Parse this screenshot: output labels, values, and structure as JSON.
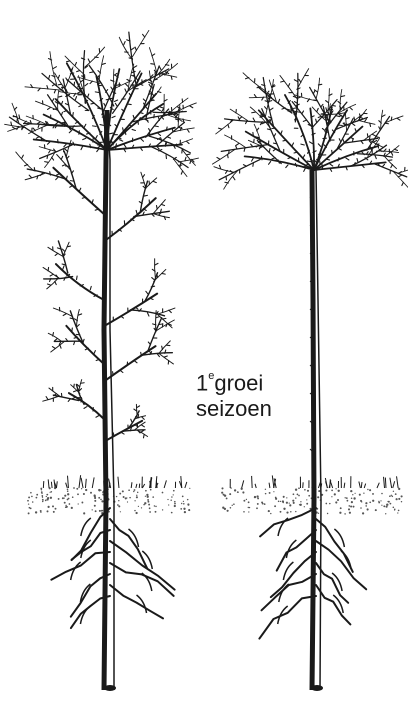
{
  "caption": {
    "number": "1",
    "superscript": "e",
    "word1": "groei",
    "word2": "seizoen"
  },
  "colors": {
    "ink": "#1a1a1a",
    "soil": "#555555",
    "background": "#ffffff"
  }
}
